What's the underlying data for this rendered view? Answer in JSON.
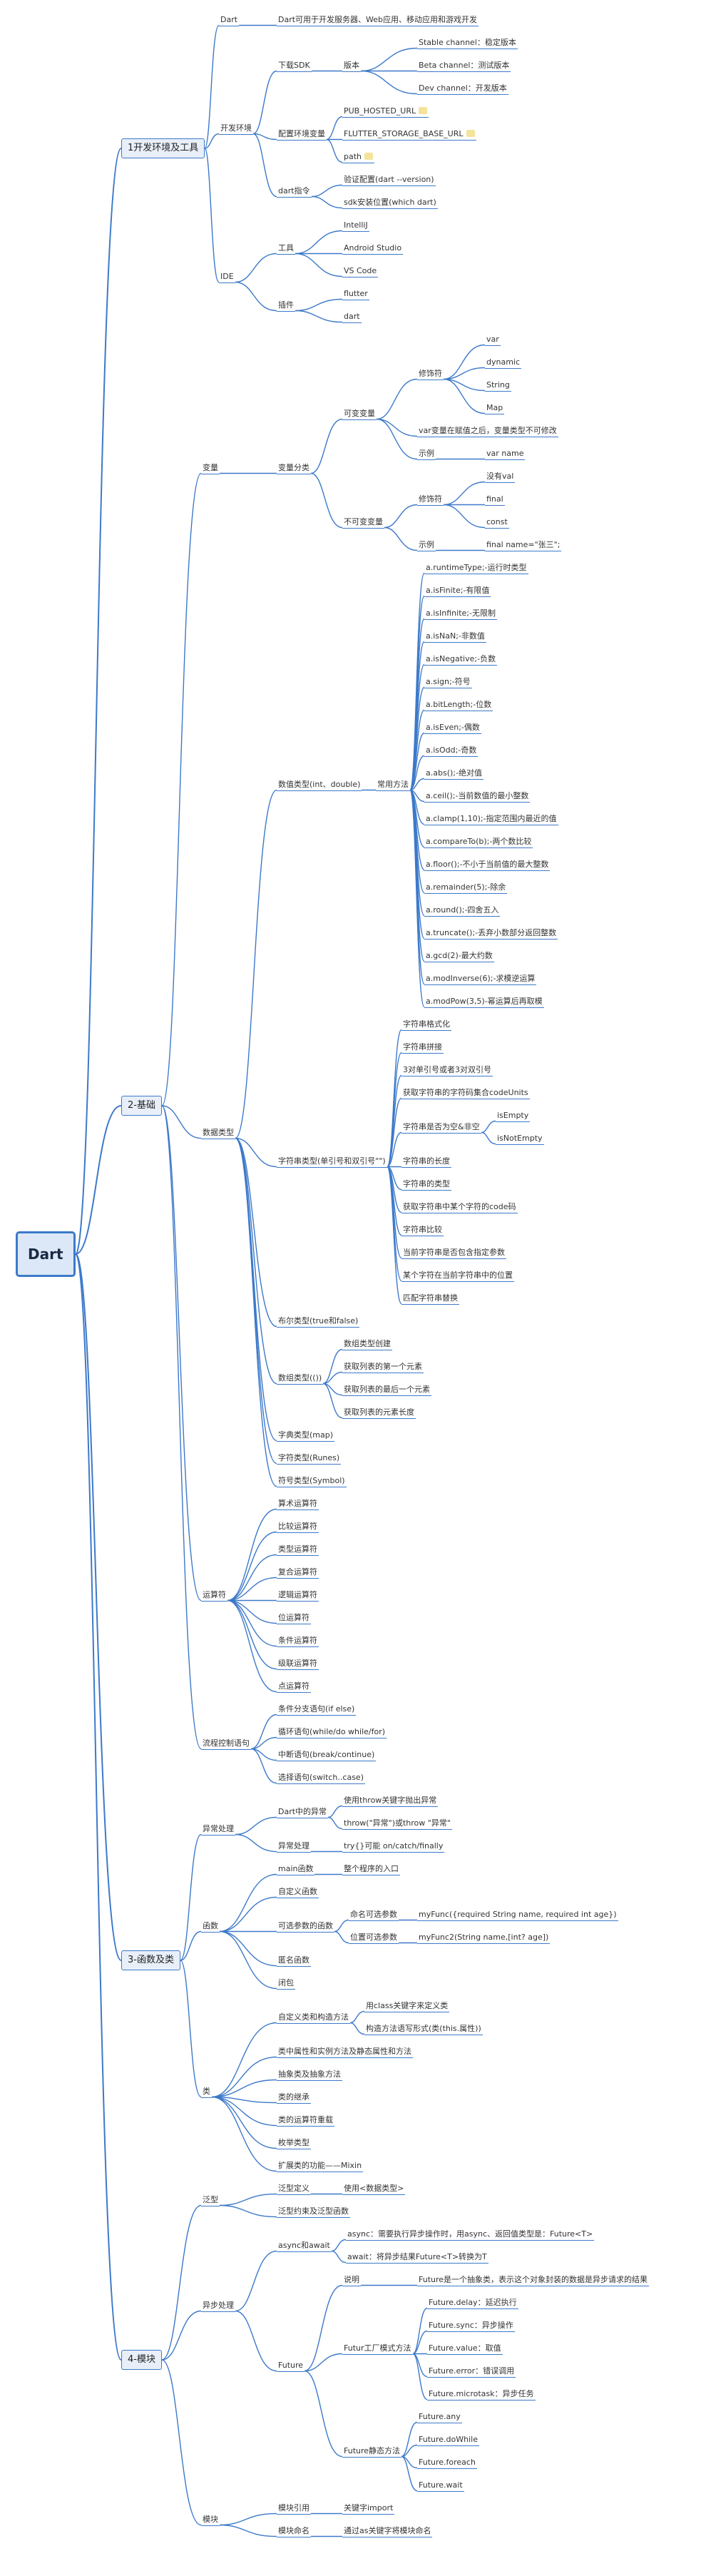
{
  "root": {
    "label": "Dart",
    "children": [
      {
        "label": "1开发环境及工具",
        "children": [
          {
            "label": "Dart",
            "children": [
              {
                "label": "Dart可用于开发服务器、Web应用、移动应用和游戏开发"
              }
            ]
          },
          {
            "label": "开发环境",
            "children": [
              {
                "label": "下载SDK",
                "children": [
                  {
                    "label": "版本",
                    "children": [
                      {
                        "label": "Stable channel：稳定版本"
                      },
                      {
                        "label": "Beta channel：测试版本"
                      },
                      {
                        "label": "Dev channel：开发版本"
                      }
                    ]
                  }
                ]
              },
              {
                "label": "配置环境变量",
                "children": [
                  {
                    "label": "PUB_HOSTED_URL",
                    "note": true
                  },
                  {
                    "label": "FLUTTER_STORAGE_BASE_URL",
                    "note": true
                  },
                  {
                    "label": "path",
                    "note": true
                  }
                ]
              },
              {
                "label": "dart指令",
                "children": [
                  {
                    "label": "验证配置(dart --version)"
                  },
                  {
                    "label": "sdk安装位置(which dart)"
                  }
                ]
              }
            ]
          },
          {
            "label": "IDE",
            "children": [
              {
                "label": "工具",
                "children": [
                  {
                    "label": "IntelliJ"
                  },
                  {
                    "label": "Android Studio"
                  },
                  {
                    "label": "VS Code"
                  }
                ]
              },
              {
                "label": "插件",
                "children": [
                  {
                    "label": "flutter"
                  },
                  {
                    "label": "dart"
                  }
                ]
              }
            ]
          }
        ]
      },
      {
        "label": "2-基础",
        "children": [
          {
            "label": "变量",
            "children": [
              {
                "label": "变量分类",
                "children": [
                  {
                    "label": "可变变量",
                    "children": [
                      {
                        "label": "修饰符",
                        "children": [
                          {
                            "label": "var"
                          },
                          {
                            "label": "dynamic"
                          },
                          {
                            "label": "String"
                          },
                          {
                            "label": "Map"
                          }
                        ]
                      },
                      {
                        "label": "var变量在赋值之后，变量类型不可修改"
                      },
                      {
                        "label": "示例",
                        "children": [
                          {
                            "label": "var name"
                          }
                        ]
                      }
                    ]
                  },
                  {
                    "label": "不可变变量",
                    "children": [
                      {
                        "label": "修饰符",
                        "children": [
                          {
                            "label": "没有val"
                          },
                          {
                            "label": "final"
                          },
                          {
                            "label": "const"
                          }
                        ]
                      },
                      {
                        "label": "示例",
                        "children": [
                          {
                            "label": "final name=\"张三\";"
                          }
                        ]
                      }
                    ]
                  }
                ]
              }
            ]
          },
          {
            "label": "数据类型",
            "children": [
              {
                "label": "数值类型(int、double)",
                "children": [
                  {
                    "label": "常用方法",
                    "children": [
                      {
                        "label": "a.runtimeType;-运行时类型"
                      },
                      {
                        "label": "a.isFinite;-有限值"
                      },
                      {
                        "label": "a.isInfinite;-无限制"
                      },
                      {
                        "label": "a.isNaN;-非数值"
                      },
                      {
                        "label": "a.isNegative;-负数"
                      },
                      {
                        "label": "a.sign;-符号"
                      },
                      {
                        "label": "a.bitLength;-位数"
                      },
                      {
                        "label": "a.isEven;-偶数"
                      },
                      {
                        "label": "a.isOdd;-奇数"
                      },
                      {
                        "label": "a.abs();-绝对值"
                      },
                      {
                        "label": "a.ceil();-当前数值的最小整数"
                      },
                      {
                        "label": "a.clamp(1,10);-指定范围内最近的值"
                      },
                      {
                        "label": "a.compareTo(b);-两个数比较"
                      },
                      {
                        "label": "a.floor();-不小于当前值的最大整数"
                      },
                      {
                        "label": "a.remainder(5);-除余"
                      },
                      {
                        "label": "a.round();-四舍五入"
                      },
                      {
                        "label": "a.truncate();-丢弃小数部分返回整数"
                      },
                      {
                        "label": "a.gcd(2)-最大约数"
                      },
                      {
                        "label": "a.modInverse(6);-求模逆运算"
                      },
                      {
                        "label": "a.modPow(3,5)-幂运算后再取模"
                      }
                    ]
                  }
                ]
              },
              {
                "label": "字符串类型(单引号和双引号\"\")",
                "children": [
                  {
                    "label": "字符串格式化"
                  },
                  {
                    "label": "字符串拼接"
                  },
                  {
                    "label": "3对单引号或者3对双引号"
                  },
                  {
                    "label": "获取字符串的字符码集合codeUnits"
                  },
                  {
                    "label": "字符串是否为空&非空",
                    "children": [
                      {
                        "label": "isEmpty"
                      },
                      {
                        "label": "isNotEmpty"
                      }
                    ]
                  },
                  {
                    "label": "字符串的长度"
                  },
                  {
                    "label": "字符串的类型"
                  },
                  {
                    "label": "获取字符串中某个字符的code码"
                  },
                  {
                    "label": "字符串比较"
                  },
                  {
                    "label": "当前字符串是否包含指定参数"
                  },
                  {
                    "label": "某个字符在当前字符串中的位置"
                  },
                  {
                    "label": "匹配字符串替换"
                  }
                ]
              },
              {
                "label": "布尔类型(true和false)"
              },
              {
                "label": "数组类型(())",
                "children": [
                  {
                    "label": "数组类型创建"
                  },
                  {
                    "label": "获取列表的第一个元素"
                  },
                  {
                    "label": "获取列表的最后一个元素"
                  },
                  {
                    "label": "获取列表的元素长度"
                  }
                ]
              },
              {
                "label": "字典类型(map)"
              },
              {
                "label": "字符类型(Runes)"
              },
              {
                "label": "符号类型(Symbol)"
              }
            ]
          },
          {
            "label": "运算符",
            "children": [
              {
                "label": "算术运算符"
              },
              {
                "label": "比较运算符"
              },
              {
                "label": "类型运算符"
              },
              {
                "label": "复合运算符"
              },
              {
                "label": "逻辑运算符"
              },
              {
                "label": "位运算符"
              },
              {
                "label": "条件运算符"
              },
              {
                "label": "级联运算符"
              },
              {
                "label": "点运算符"
              }
            ]
          },
          {
            "label": "流程控制语句",
            "children": [
              {
                "label": "条件分支语句(if else)"
              },
              {
                "label": "循环语句(while/do while/for)"
              },
              {
                "label": "中断语句(break/continue)"
              },
              {
                "label": "选择语句(switch..case)"
              }
            ]
          }
        ]
      },
      {
        "label": "3-函数及类",
        "children": [
          {
            "label": "异常处理",
            "children": [
              {
                "label": "Dart中的异常",
                "children": [
                  {
                    "label": "使用throw关键字抛出异常"
                  },
                  {
                    "label": "throw(\"异常\")或throw \"异常\""
                  }
                ]
              },
              {
                "label": "异常处理",
                "children": [
                  {
                    "label": "try{}可能 on/catch/finally"
                  }
                ]
              }
            ]
          },
          {
            "label": "函数",
            "children": [
              {
                "label": "main函数",
                "children": [
                  {
                    "label": "整个程序的入口"
                  }
                ]
              },
              {
                "label": "自定义函数"
              },
              {
                "label": "可选参数的函数",
                "children": [
                  {
                    "label": "命名可选参数",
                    "children": [
                      {
                        "label": "myFunc({required String name, required int age})"
                      }
                    ]
                  },
                  {
                    "label": "位置可选参数",
                    "children": [
                      {
                        "label": "myFunc2(String name,[int? age])"
                      }
                    ]
                  }
                ]
              },
              {
                "label": "匿名函数"
              },
              {
                "label": "闭包"
              }
            ]
          },
          {
            "label": "类",
            "children": [
              {
                "label": "自定义类和构造方法",
                "children": [
                  {
                    "label": "用class关键字来定义类"
                  },
                  {
                    "label": "构造方法语写形式(类(this.属性))"
                  }
                ]
              },
              {
                "label": "类中属性和实例方法及静态属性和方法"
              },
              {
                "label": "抽象类及抽象方法"
              },
              {
                "label": "类的继承"
              },
              {
                "label": "类的运算符重载"
              },
              {
                "label": "枚举类型"
              },
              {
                "label": "扩展类的功能——Mixin"
              }
            ]
          }
        ]
      },
      {
        "label": "4-模块",
        "children": [
          {
            "label": "泛型",
            "children": [
              {
                "label": "泛型定义",
                "children": [
                  {
                    "label": "使用<数据类型>"
                  }
                ]
              },
              {
                "label": "泛型约束及泛型函数"
              }
            ]
          },
          {
            "label": "异步处理",
            "children": [
              {
                "label": "async和await",
                "children": [
                  {
                    "label": "async：需要执行异步操作时，用async、返回值类型是：Future<T>"
                  },
                  {
                    "label": "await：将异步结果Future<T>转换为T"
                  }
                ]
              },
              {
                "label": "Future",
                "children": [
                  {
                    "label": "说明",
                    "children": [
                      {
                        "label": "Future是一个抽象类，表示这个对象封装的数据是异步请求的结果"
                      }
                    ]
                  },
                  {
                    "label": "Futur工厂模式方法",
                    "children": [
                      {
                        "label": "Future.delay：延迟执行"
                      },
                      {
                        "label": "Future.sync：异步操作"
                      },
                      {
                        "label": "Future.value：取值"
                      },
                      {
                        "label": "Future.error：错误调用"
                      },
                      {
                        "label": "Future.microtask：异步任务"
                      }
                    ]
                  },
                  {
                    "label": "Future静态方法",
                    "children": [
                      {
                        "label": "Future.any"
                      },
                      {
                        "label": "Future.doWhile"
                      },
                      {
                        "label": "Future.foreach"
                      },
                      {
                        "label": "Future.wait"
                      }
                    ]
                  }
                ]
              }
            ]
          },
          {
            "label": "模块",
            "children": [
              {
                "label": "模块引用",
                "children": [
                  {
                    "label": "关键字import"
                  }
                ]
              },
              {
                "label": "模块命名",
                "children": [
                  {
                    "label": "通过as关键字将模块命名"
                  }
                ]
              }
            ]
          }
        ]
      }
    ]
  }
}
